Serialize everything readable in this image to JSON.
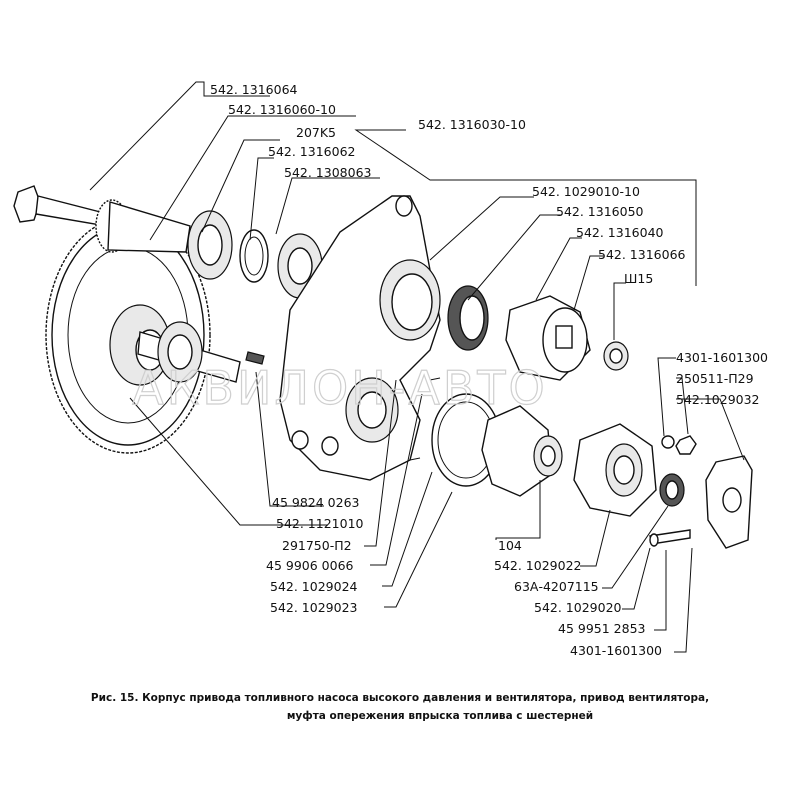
{
  "labels": {
    "p1": "542. 1316064",
    "p2": "542. 1316060-10",
    "p3": "207K5",
    "p4": "542. 1316062",
    "p5": "542. 1308063",
    "p6": "542. 1316030-10",
    "p7": "542. 1029010-10",
    "p8": "542. 1316050",
    "p9": "542. 1316040",
    "p10": "542. 1316066",
    "p11": "Ш15",
    "p12": "4301-1601300",
    "p13": "250511-П29",
    "p14": "542.1029032",
    "p15": "45 9824 0263",
    "p16": "542. 1121010",
    "p17": "291750-П2",
    "p18": "45 9906 0066",
    "p19": "542. 1029024",
    "p20": "542. 1029023",
    "p21": "104",
    "p22": "542. 1029022",
    "p23": "63А-4207115",
    "p24": "542. 1029020",
    "p25": "45 9951 2853",
    "p26": "4301-1601300"
  },
  "watermark": "АКВИЛОН-АВТО",
  "caption": {
    "line1": "Рис. 15. Корпус привода топливного насоса высокого давления и вентилятора, привод вентилятора,",
    "line2": "муфта опережения впрыска топлива с шестерней"
  }
}
